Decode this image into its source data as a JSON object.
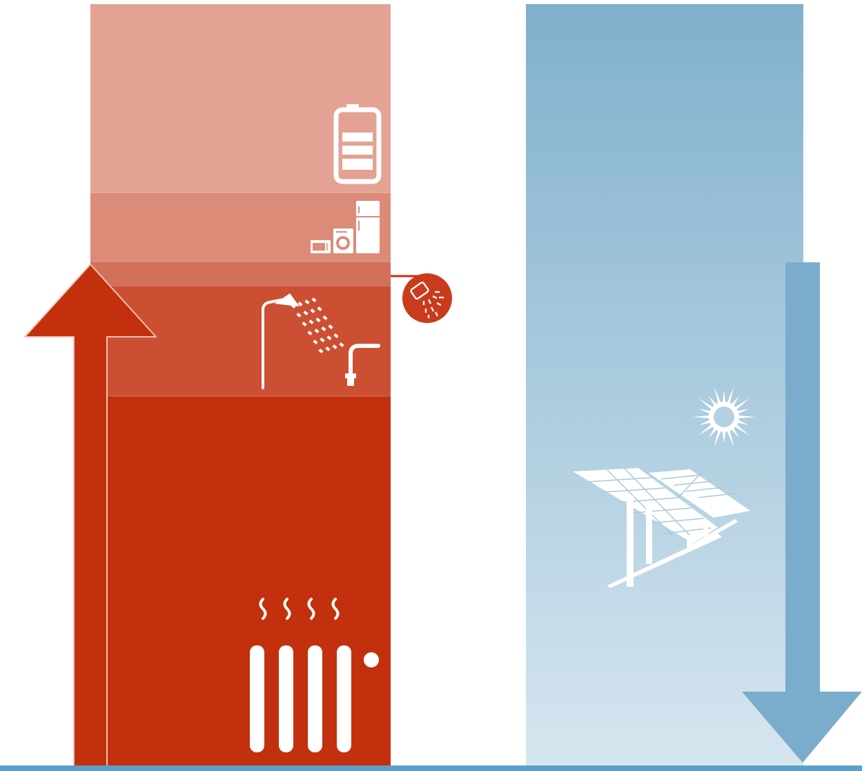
{
  "diagram": {
    "colors": {
      "battery_band": "#e3a293",
      "appliances_band": "#dc8b78",
      "transition_band": "#d3705c",
      "hot_water_band": "#cd4f33",
      "heating_band": "#c3300d",
      "demand_arrow": "#c3300d",
      "demand_arrow_edge": "#f0c3b3",
      "supply_top": "#80b0cd",
      "supply_bottom": "#d6e6ef",
      "supply_arrow": "#7aadcc",
      "baseline": "#5aa0c8",
      "icon": "#ffffff"
    },
    "demand": {
      "segments": [
        {
          "id": "battery",
          "icon": "battery-icon"
        },
        {
          "id": "appliances",
          "icon": "household-appliances-icon"
        },
        {
          "id": "hot-water",
          "icon": "shower-and-tap-icon"
        },
        {
          "id": "space-heating",
          "icon": "radiator-icon"
        }
      ],
      "callout_icon": "cooking-pot-icon",
      "arrow_direction": "up"
    },
    "supply": {
      "icon": "solar-panel-with-sun-icon",
      "arrow_direction": "down"
    }
  }
}
